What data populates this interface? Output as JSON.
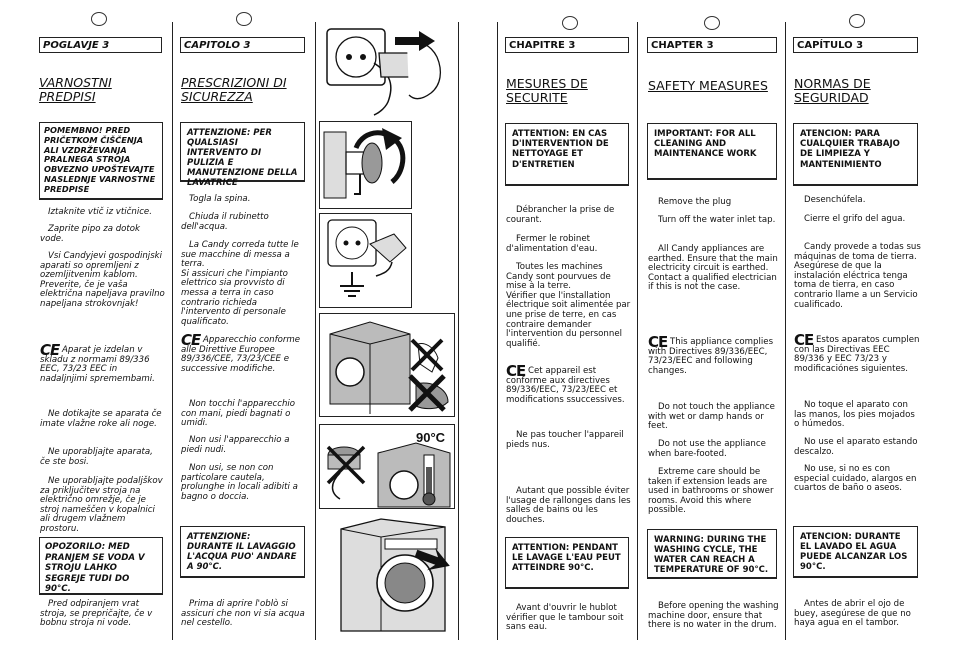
{
  "slovenian": {
    "chapter": "POGLAVJE 3",
    "title": "VARNOSTNI PREDPISI",
    "warning": "POMEMBNO! PRED PRIČETKOM ČIŠČENJA ALI VZDRŽEVANJA PRALNEGA STROJA OBVEZNO UPOŠTEVAJTE NASLEDNJE VARNOSTNE PREDPISE",
    "p1": "Iztaknite vtič iz vtičnice.",
    "p2": "Zaprite pipo za dotok vode.",
    "p3": "Vsi Candyjevi gospodinjski aparati so opremljeni z ozemljitvenim kablom. Preverite, če je vaša električna napeljava pravilno napeljana strokovnjak!",
    "ce_prefix": "CE",
    "p4": "Aparat je izdelan v skladu z normami 89/336 EEC, 73/23 EEC in nadaljnjimi spremembami.",
    "p5": "Ne dotikajte se aparata če imate vlažne roke ali noge.",
    "p6": "Ne uporabljajte aparata, če ste bosi.",
    "p7": "Ne uporabljajte podaljškov za priključitev stroja na električno omrežje, če je stroj nameščen v kopalnici ali drugem vlažnem prostoru.",
    "warning2": "OPOZORILO: MED PRANJEM SE VODA V STROJU LAHKO SEGREJE TUDI DO 90°C.",
    "p8": "Pred odpiranjem vrat stroja, se prepričajte, če v bobnu stroja ni vode."
  },
  "italian": {
    "chapter": "CAPITOLO 3",
    "title": "PRESCRIZIONI DI SICUREZZA",
    "warning": "ATTENZIONE: PER QUALSIASI INTERVENTO DI PULIZIA E MANUTENZIONE DELLA LAVATRICE",
    "p1": "Togla la spina.",
    "p2": "Chiuda il rubinetto dell'acqua.",
    "p3": "La Candy correda tutte le sue macchine di messa a terra.\nSi assicuri che l'impianto elettrico sia provvisto di messa a terra in caso contrario richieda l'intervento di personale qualificato.",
    "ce_prefix": "CE",
    "p4": "Apparecchio conforme alle Direttive Europee 89/336/CEE, 73/23/CEE e successive modifiche.",
    "p5": "Non tocchi l'apparecchio con mani, piedi bagnati o umidi.",
    "p6": "Non usi l'apparecchio a piedi nudi.",
    "p7": "Non usi, se non con particolare cautela, prolunghe in locali adibiti a bagno o doccia.",
    "warning2": "ATTENZIONE: DURANTE IL LAVAGGIO L'ACQUA PUO' ANDARE A 90°C.",
    "p8": "Prima di aprire l'oblò si assicuri che non vi sia acqua nel cestello."
  },
  "images": {
    "temp_label": "90°C"
  },
  "french": {
    "chapter": "CHAPITRE 3",
    "title": "MESURES DE SECURITE",
    "warning": "ATTENTION: EN CAS D'INTERVENTION DE NETTOYAGE ET D'ENTRETIEN",
    "p1": "Débrancher la prise de courant.",
    "p2": "Fermer le robinet d'alimentation d'eau.",
    "p3": "Toutes les machines Candy sont pourvues de mise à la terre.\nVérifier que l'installation électrique soit alimentée par une prise de terre, en cas contraire demander l'intervention du personnel qualifié.",
    "ce_prefix": "CE",
    "p4": "Cet appareil est conforme aux directives 89/336/EEC, 73/23/EEC et modifications ssuccessives.",
    "p5": "Ne pas toucher l'appareil pieds nus.",
    "p6": "Autant que possible éviter l'usage de rallonges dans les salles de bains ou les douches.",
    "warning2": "ATTENTION: PENDANT LE LAVAGE L'EAU PEUT ATTEINDRE 90°C.",
    "p7": "Avant d'ouvrir le hublot vérifier que le tambour soit sans eau."
  },
  "english": {
    "chapter": "CHAPTER 3",
    "title": "SAFETY MEASURES",
    "warning": "IMPORTANT: FOR ALL CLEANING AND MAINTENANCE WORK",
    "p1": "Remove the plug",
    "p2": "Turn off the water inlet tap.",
    "p3": "All Candy appliances are earthed. Ensure that the main electricity circuit is earthed. Contact a qualified electrician if this is not the case.",
    "ce_prefix": "CE",
    "p4": "This appliance complies with Directives 89/336/EEC, 73/23/EEC and following changes.",
    "p5": "Do not touch the appliance with wet or damp hands or feet.",
    "p6": "Do not use the appliance when bare-footed.",
    "p7": "Extreme care should be taken if extension leads are used in bathrooms or shower rooms. Avoid this where possible.",
    "warning2": "WARNING: DURING THE WASHING CYCLE, THE WATER CAN REACH A TEMPERATURE OF 90°C.",
    "p8": "Before opening the washing machine door, ensure that there is no water in the drum."
  },
  "spanish": {
    "chapter": "CAPÍTULO 3",
    "title": "NORMAS DE SEGURIDAD",
    "warning": "ATENCION: PARA CUALQUIER TRABAJO DE LIMPIEZA Y MANTENIMIENTO",
    "p1": "Desenchúfela.",
    "p2": "Cierre el grifo del agua.",
    "p3": "Candy provede a todas sus máquinas de toma de tierra.\nAsegúrese de que la instalación eléctrica tenga toma de tierra, en caso contrario llame a un Servicio cualificado.",
    "ce_prefix": "CE",
    "p4": "Estos aparatos cumplen con las Directivas EEC 89/336 y EEC 73/23 y modificaciónes siguientes.",
    "p5": "No toque el aparato con las manos, los pies mojados o húmedos.",
    "p6": "No use el aparato estando descalzo.",
    "p7": "No use, si no es con especial cuidado, alargos en cuartos de baño o aseos.",
    "warning2": "ATENCION: DURANTE EL LAVADO EL AGUA PUEDE ALCANZAR LOS 90°C.",
    "p8": "Antes de abrir el ojo de buey, asegúrese de que no haya agua en el tambor."
  }
}
